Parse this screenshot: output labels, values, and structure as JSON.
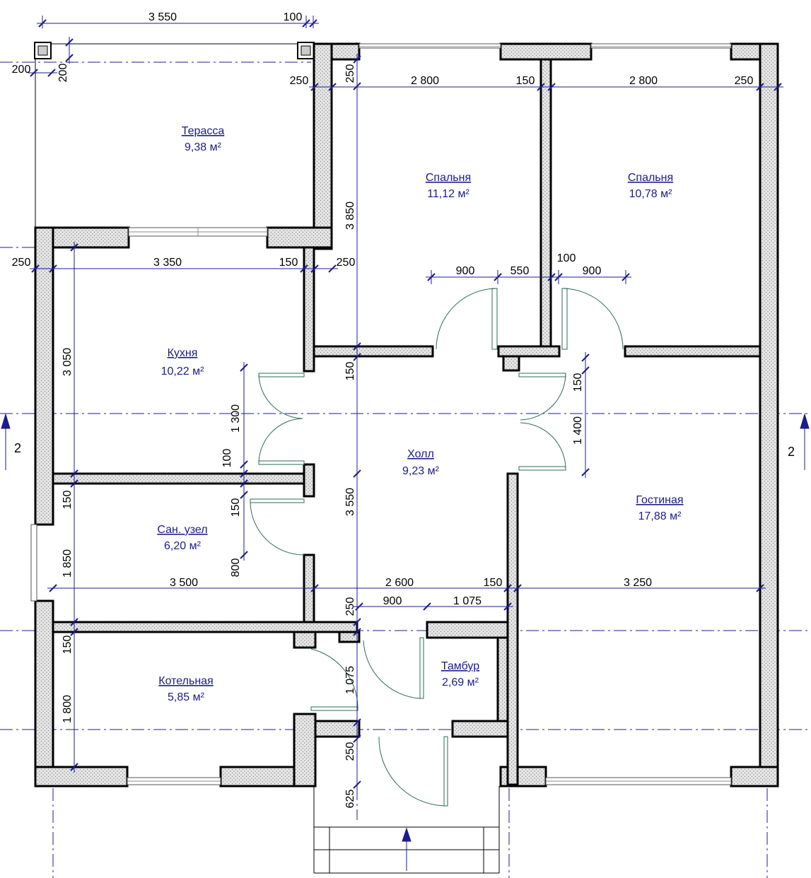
{
  "rooms": [
    {
      "id": "terrace",
      "name": "Терасса",
      "area": "9,38 м²"
    },
    {
      "id": "bedroom1",
      "name": "Спальня",
      "area": "11,12 м²"
    },
    {
      "id": "bedroom2",
      "name": "Спальня",
      "area": "10,78 м²"
    },
    {
      "id": "kitchen",
      "name": "Кухня",
      "area": "10,22 м²"
    },
    {
      "id": "hall",
      "name": "Холл",
      "area": "9,23 м²"
    },
    {
      "id": "living",
      "name": "Гостиная",
      "area": "17,88 м²"
    },
    {
      "id": "bathroom",
      "name": "Сан. узел",
      "area": "6,20 м²"
    },
    {
      "id": "vestibule",
      "name": "Тамбур",
      "area": "2,69 м²"
    },
    {
      "id": "boiler",
      "name": "Котельная",
      "area": "5,85 м²"
    }
  ],
  "section_marker": "2",
  "dimensions": {
    "top_terrace": "3 550",
    "top_100": "100",
    "corner_200a": "200",
    "corner_200b": "200",
    "row1_250a": "250",
    "row1_2800a": "2 800",
    "row1_150": "150",
    "row1_2800b": "2 800",
    "row1_250b": "250",
    "row2_250": "250",
    "row2_3350": "3 350",
    "row2_150": "150",
    "row2_250b": "250",
    "doors_900a": "900",
    "doors_550": "550",
    "doors_100": "100",
    "doors_900b": "900",
    "v_3850": "3 850",
    "v_250top": "250",
    "v_3050": "3 050",
    "v_150a": "150",
    "v_1300": "1 300",
    "v_100": "100",
    "v_150b": "150",
    "v_150c": "150",
    "v_800": "800",
    "v_3550": "3 550",
    "v_150d": "150",
    "v_1400": "1 400",
    "v_150left": "150",
    "v_1850": "1 850",
    "row3_3500": "3 500",
    "row3_2600": "2 600",
    "row3_150": "150",
    "row3_3250": "3 250",
    "row4_900": "900",
    "row4_1075": "1 075",
    "v_250mid": "250",
    "v_1075": "1 075",
    "v_250bot": "250",
    "v_625": "625",
    "v_150e": "150",
    "v_1800": "1 800"
  }
}
